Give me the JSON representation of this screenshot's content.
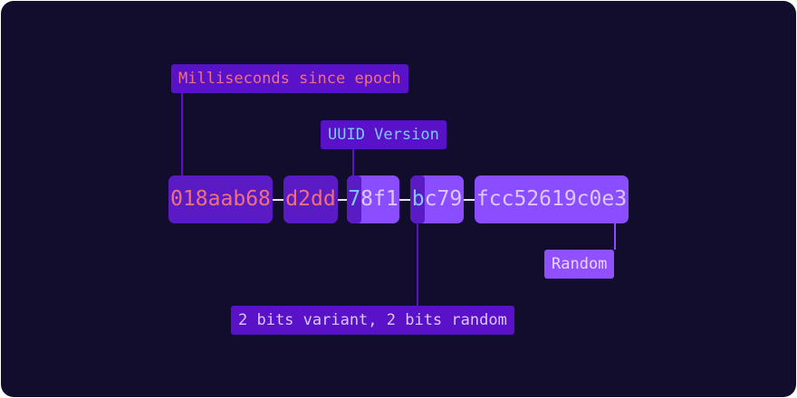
{
  "diagram": {
    "segments": {
      "time_high": "018aab68",
      "time_low": "d2dd",
      "version": "7",
      "rand_a": "8f1",
      "variant": "b",
      "rand_b": "c79",
      "node": "fcc52619c0e3"
    },
    "labels": {
      "milliseconds": "Milliseconds since epoch",
      "version": "UUID Version",
      "random": "Random",
      "variant": "2 bits variant, 2 bits random"
    },
    "colors": {
      "background": "#130d2d",
      "timestamp_box": "#5b1bc4",
      "timestamp_text": "#f0707a",
      "random_box": "#8a4dff",
      "random_text": "#dcc8ff",
      "version_text": "#7fc8ff",
      "label_bg": "#5a12c8",
      "random_label_bg": "#9050ff"
    }
  }
}
